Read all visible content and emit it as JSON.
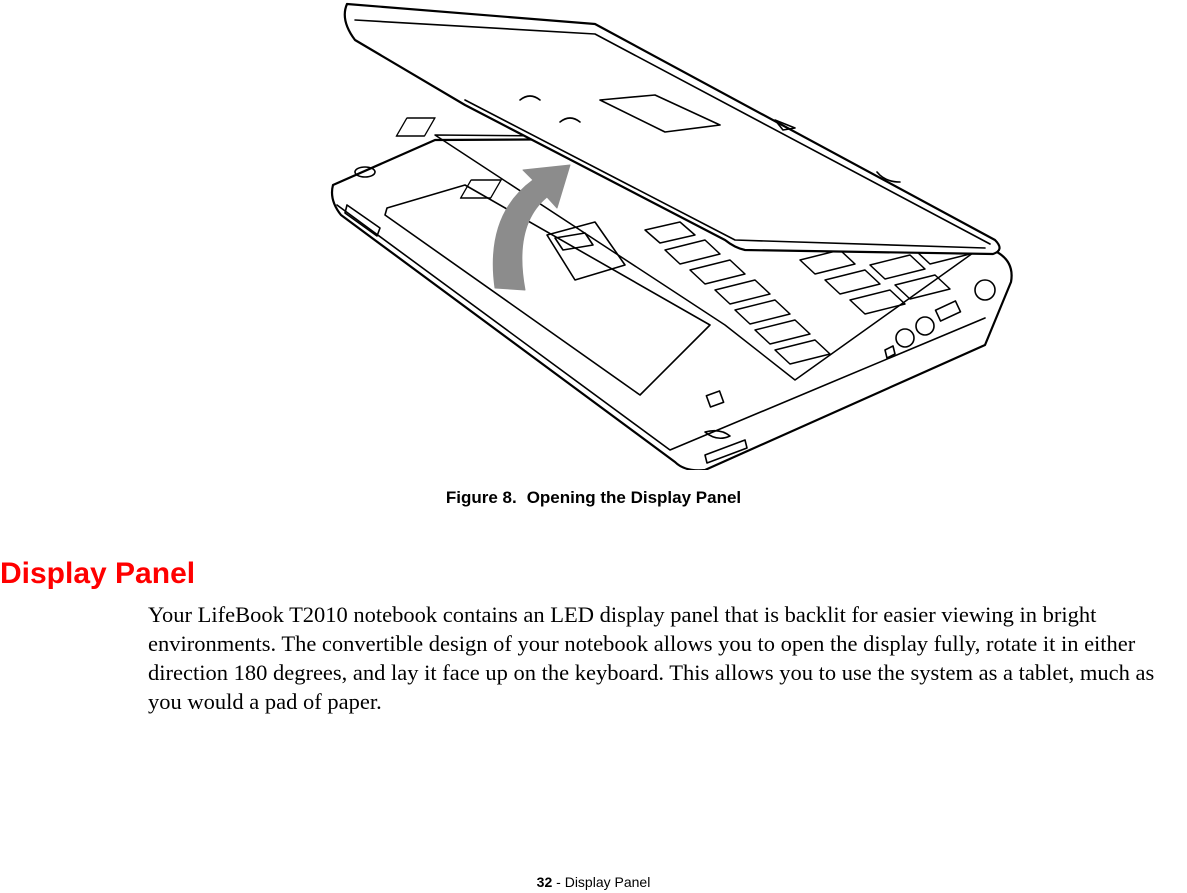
{
  "figure": {
    "number": "Figure 8.",
    "caption": "Opening the Display Panel",
    "image_icon": "laptop-opening-illustration"
  },
  "section": {
    "heading": "Display Panel",
    "heading_color": "#ff0000",
    "body": "Your LifeBook T2010 notebook contains an LED display panel that is backlit for easier viewing in bright environments. The convertible design of your notebook allows you to open the display fully, rotate it in either direction 180 degrees, and lay it face up on the keyboard. This allows you to use the system as a tablet, much as you would a pad of paper."
  },
  "footer": {
    "page_number": "32",
    "separator": " - ",
    "section_name": "Display Panel"
  }
}
